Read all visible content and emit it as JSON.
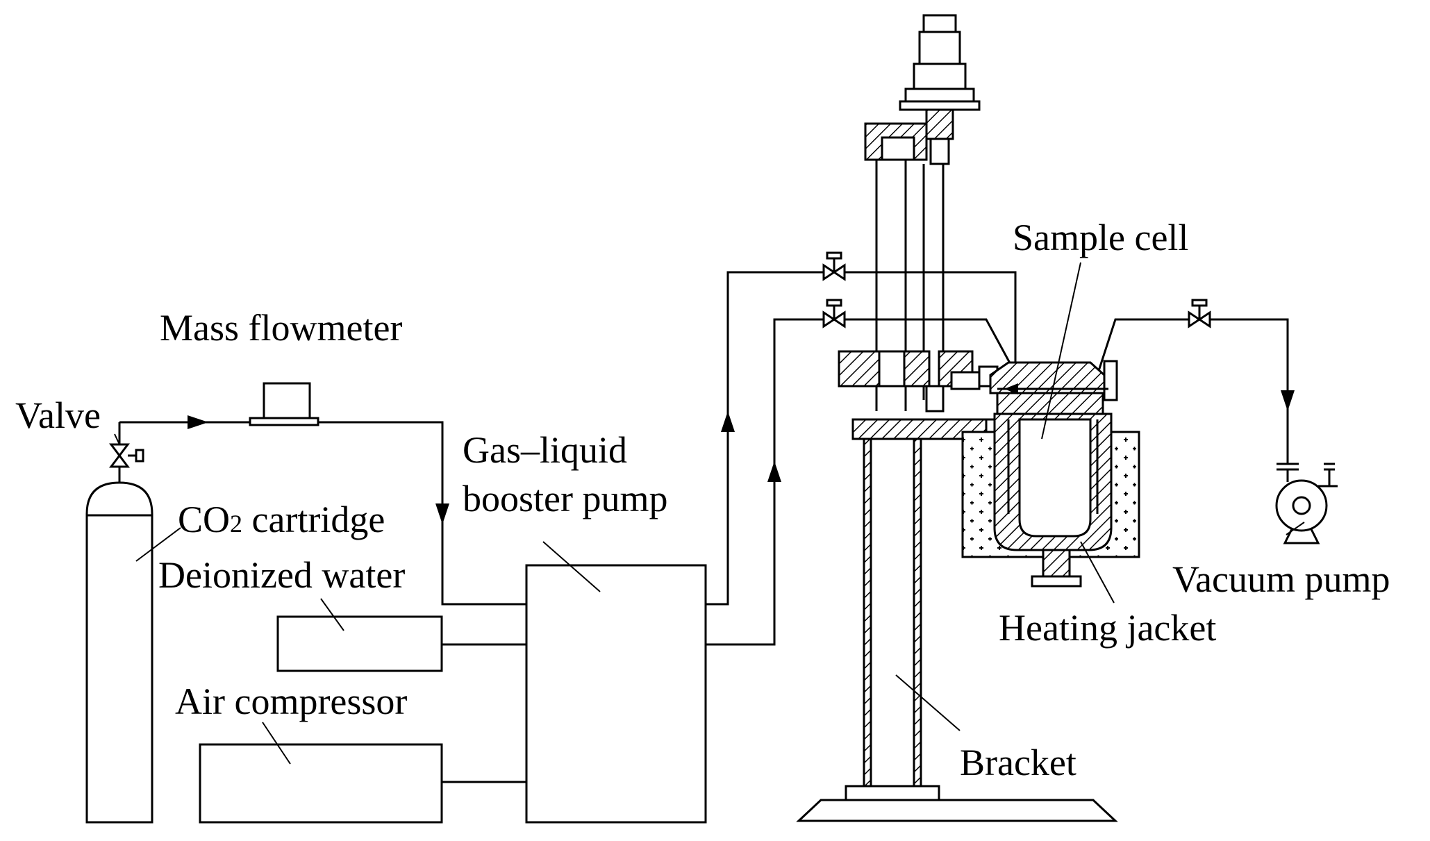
{
  "labels": {
    "mass_flowmeter": "Mass flowmeter",
    "valve": "Valve",
    "co2_prefix": "CO",
    "co2_subscript": "2",
    "co2_suffix": " cartridge",
    "deionized_water": "Deionized water",
    "air_compressor": "Air compressor",
    "booster_pump_line1": "Gas–liquid",
    "booster_pump_line2": "booster pump",
    "sample_cell": "Sample cell",
    "vacuum_pump": "Vacuum pump",
    "heating_jacket": "Heating jacket",
    "bracket": "Bracket"
  }
}
